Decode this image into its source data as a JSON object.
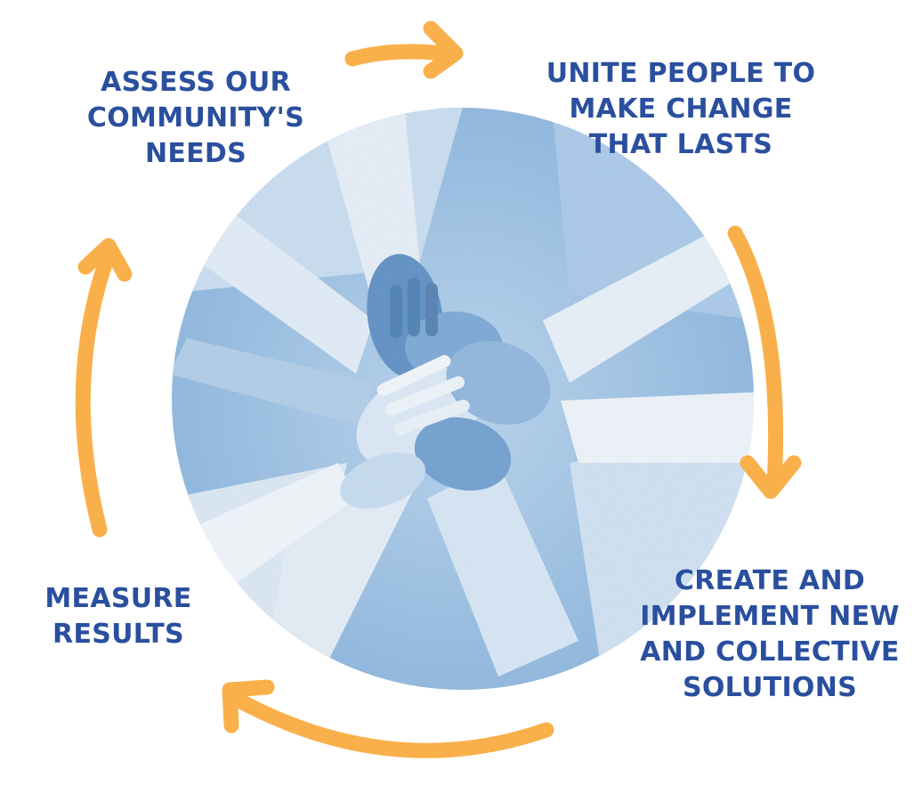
{
  "colors": {
    "text": "#2a4f9e",
    "arrow": "#f9b04a",
    "photo_light": "#d3e5f5",
    "photo_mid": "#9cc3e6",
    "photo_dark": "#4f82b8"
  },
  "center_image": {
    "icon": "stacked-hands-photo"
  },
  "steps": [
    {
      "id": "assess",
      "lines": [
        "ASSESS OUR",
        "COMMUNITY'S",
        "NEEDS"
      ]
    },
    {
      "id": "unite",
      "lines": [
        "UNITE PEOPLE TO",
        "MAKE CHANGE",
        "THAT LASTS"
      ]
    },
    {
      "id": "create",
      "lines": [
        "CREATE AND",
        "IMPLEMENT NEW",
        "AND COLLECTIVE",
        "SOLUTIONS"
      ]
    },
    {
      "id": "measure",
      "lines": [
        "MEASURE",
        "RESULTS"
      ]
    }
  ],
  "arrows": [
    {
      "from": "assess",
      "to": "unite",
      "icon": "curved-arrow-icon"
    },
    {
      "from": "unite",
      "to": "create",
      "icon": "curved-arrow-icon"
    },
    {
      "from": "create",
      "to": "measure",
      "icon": "curved-arrow-icon"
    },
    {
      "from": "measure",
      "to": "assess",
      "icon": "curved-arrow-icon"
    }
  ]
}
